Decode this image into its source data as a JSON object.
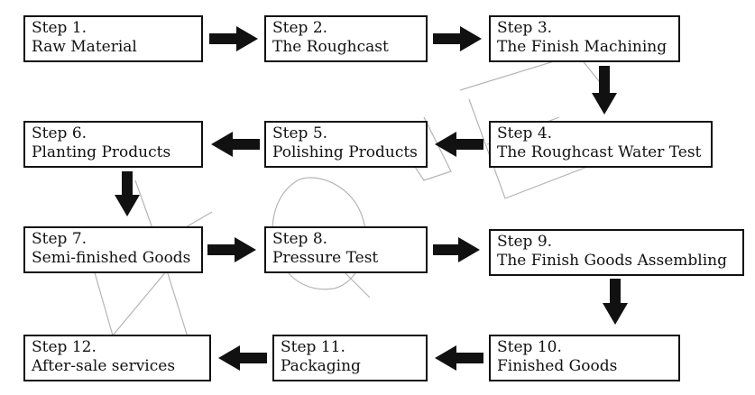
{
  "steps": [
    {
      "num": "Step  1.",
      "label": "Raw  Material"
    },
    {
      "num": "Step 2.",
      "label": "The  Roughcast"
    },
    {
      "num": "Step 3.",
      "label": "The Finish Machining"
    },
    {
      "num": "Step 4.",
      "label": "The Roughcast Water Test"
    },
    {
      "num": "Step 5.",
      "label": "Polishing Products"
    },
    {
      "num": "Step 6.",
      "label": "Planting Products"
    },
    {
      "num": "Step 7.",
      "label": "Semi-finished Goods"
    },
    {
      "num": "Step 8.",
      "label": "Pressure Test"
    },
    {
      "num": "Step 9.",
      "label": "The Finish Goods Assembling"
    },
    {
      "num": "Step 10.",
      "label": "Finished Goods"
    },
    {
      "num": "Step 11.",
      "label": "Packaging"
    },
    {
      "num": "Step 12.",
      "label": "After-sale services"
    }
  ],
  "watermark": {
    "letters": "YQUE"
  },
  "colors": {
    "arrow": "#111111",
    "border": "#111111"
  }
}
